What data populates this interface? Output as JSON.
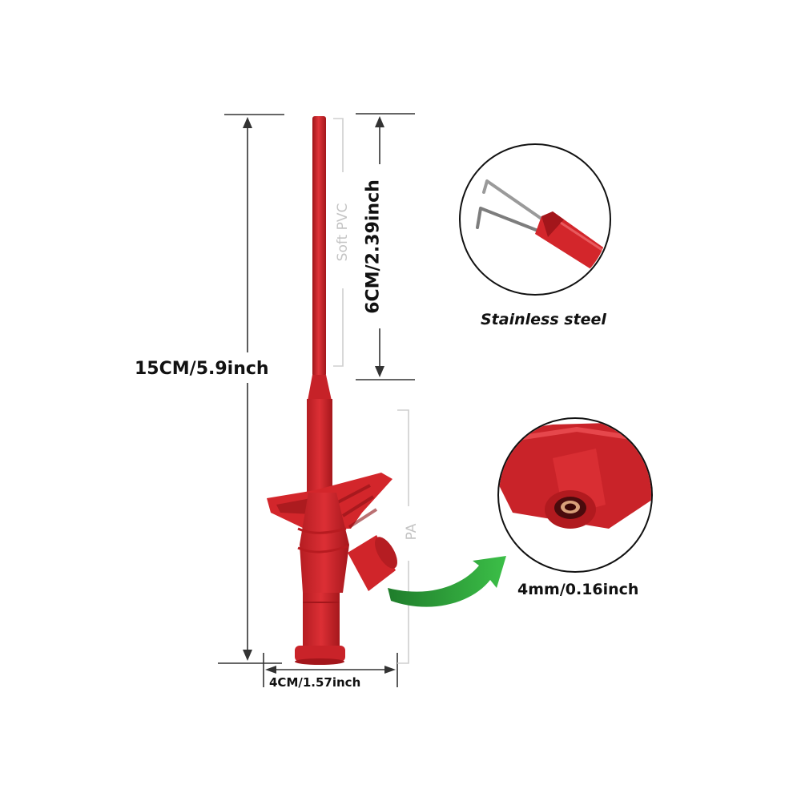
{
  "dimensions": {
    "total_length": "15CM/5.9inch",
    "tip_length": "6CM/2.39inch",
    "base_width": "4CM/1.57inch"
  },
  "materials": {
    "cable": "Soft PVC",
    "body": "PA"
  },
  "callouts": {
    "tip_material": "Stainless steel",
    "socket_size": "4mm/0.16inch"
  },
  "colors": {
    "probe_red": "#d3262b",
    "probe_dark": "#a3161b",
    "arrow_green": "#2f9e3a",
    "dimension_line": "#333333",
    "bracket_gray": "#cfcfcf"
  }
}
